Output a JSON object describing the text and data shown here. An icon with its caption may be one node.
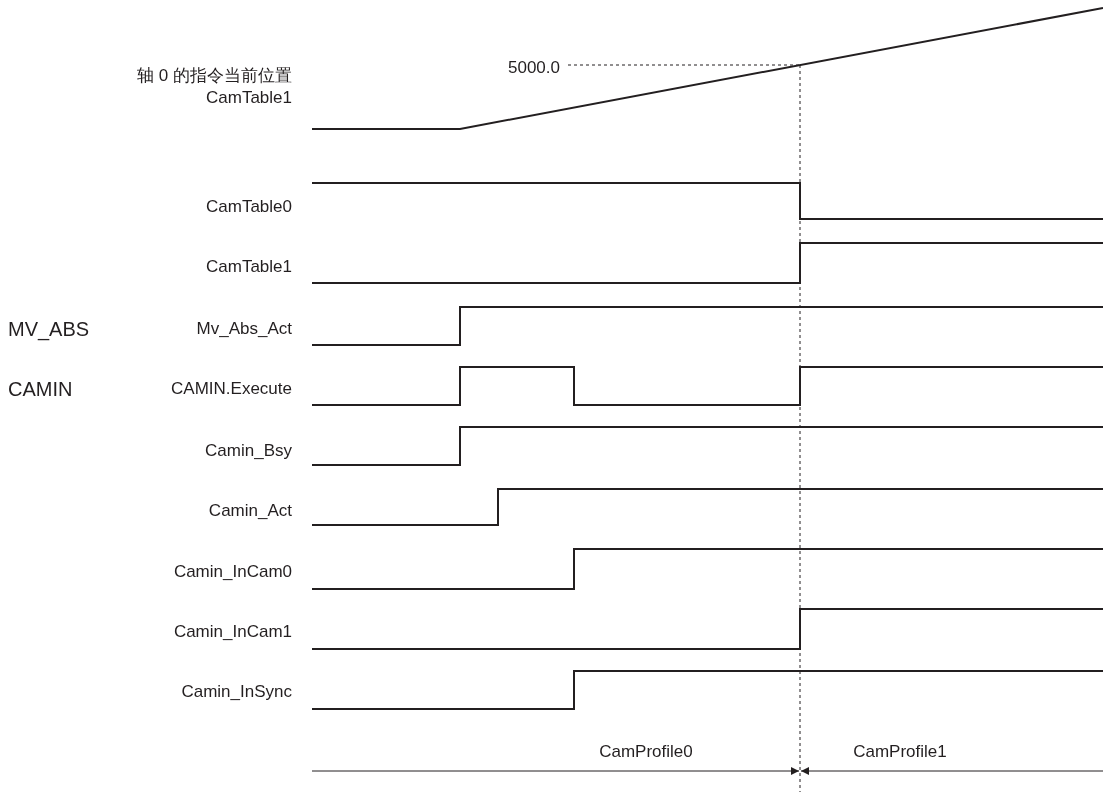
{
  "diagram": {
    "labels": [
      "轴 0 的指令当前位置",
      "CamTable1",
      "5000.0",
      "CamTable0",
      "CamTable1",
      "MV_ABS",
      "Mv_Abs_Act",
      "CAMIN",
      "CAMIN.Execute",
      "Camin_Bsy",
      "Camin_Act",
      "Camin_InCam0",
      "Camin_InCam1",
      "Camin_InSync",
      "CamProfile0",
      "CamProfile1"
    ]
  }
}
